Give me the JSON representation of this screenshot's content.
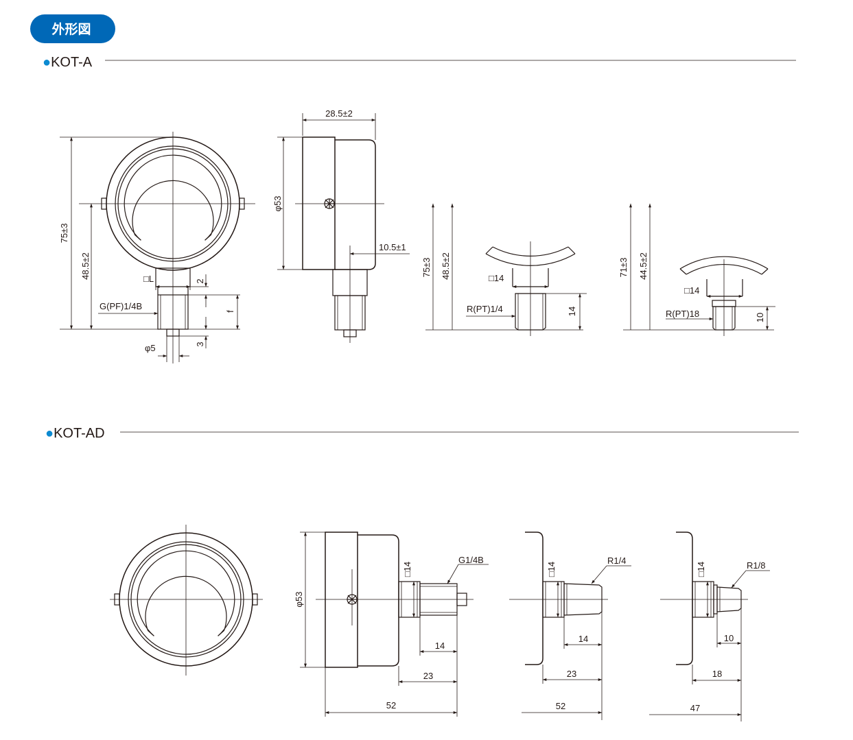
{
  "header": {
    "title": "外形図",
    "badge_color": "#0068b7",
    "bullet_color": "#0c8ad1"
  },
  "sections": {
    "kot_a": {
      "label": "●KOT-A"
    },
    "kot_ad": {
      "label": "●KOT-AD"
    }
  },
  "kot_a": {
    "front": {
      "height": "75±3",
      "center_height": "48.5±2",
      "square": "□L",
      "thread": "G(PF)1/4B",
      "hole": "φ5",
      "dim_2": "2",
      "dim_f": "f",
      "dim_3": "3"
    },
    "side": {
      "depth": "28.5±2",
      "diameter": "φ53",
      "offset": "10.5±1"
    },
    "pt14": {
      "height": "75±3",
      "center_height": "48.5±2",
      "square": "□14",
      "thread": "R(PT)1/4",
      "thread_len": "14"
    },
    "pt18": {
      "height": "71±3",
      "center_height": "44.5±2",
      "square": "□14",
      "thread": "R(PT)18",
      "thread_len": "10"
    }
  },
  "kot_ad": {
    "side_a": {
      "diameter": "φ53",
      "square": "□14",
      "thread": "G1/4B",
      "thread_len": "14",
      "stem_len": "23",
      "total": "52"
    },
    "side_b": {
      "square": "□14",
      "thread": "R1/4",
      "thread_len": "14",
      "stem_len": "23",
      "total": "52"
    },
    "side_c": {
      "square": "□14",
      "thread": "R1/8",
      "thread_len": "10",
      "stem_len": "18",
      "total": "47"
    }
  }
}
